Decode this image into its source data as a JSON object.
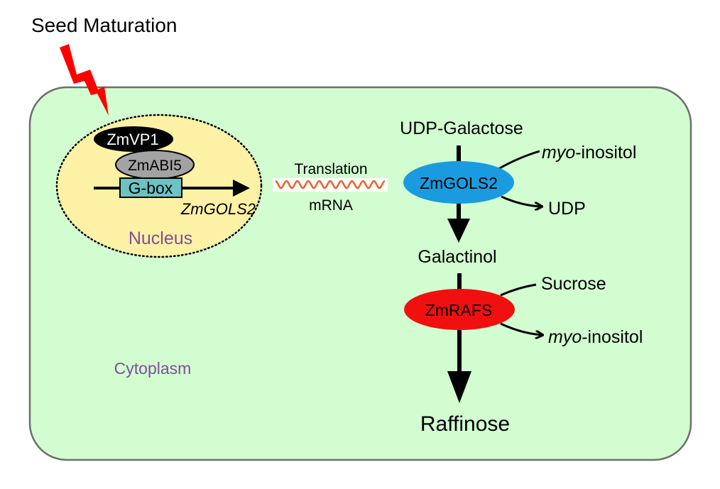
{
  "title": "Seed Maturation",
  "colors": {
    "cytoplasm_fill": "#d2fdd0",
    "cytoplasm_stroke": "#6e6e6e",
    "nucleus_fill": "#fdf1a6",
    "lightning": "#ff0000",
    "vp1_fill": "#000000",
    "abi5_fill": "#a3a3a3",
    "gbox_fill": "#6cc3c3",
    "gols2_fill": "#1a9be0",
    "rafs_fill": "#f0100f",
    "mrna_wave": "#e8642a",
    "compartment_label": "#7f4f9a"
  },
  "compartments": {
    "cytoplasm": "Cytoplasm",
    "nucleus": "Nucleus"
  },
  "nucleus": {
    "vp1": "ZmVP1",
    "abi5": "ZmABI5",
    "gbox": "G-box",
    "gene": "ZmGOLS2"
  },
  "translation": {
    "label": "Translation",
    "mrna": "mRNA"
  },
  "pathway": {
    "substrate": "UDP-Galactose",
    "enzyme1": "ZmGOLS2",
    "cosubstrate1_italic": "myo",
    "cosubstrate1_rest": "-inositol",
    "byproduct1": "UDP",
    "intermediate": "Galactinol",
    "enzyme2": "ZmRAFS",
    "cosubstrate2": "Sucrose",
    "byproduct2_italic": "myo",
    "byproduct2_rest": "-inositol",
    "product": "Raffinose"
  }
}
